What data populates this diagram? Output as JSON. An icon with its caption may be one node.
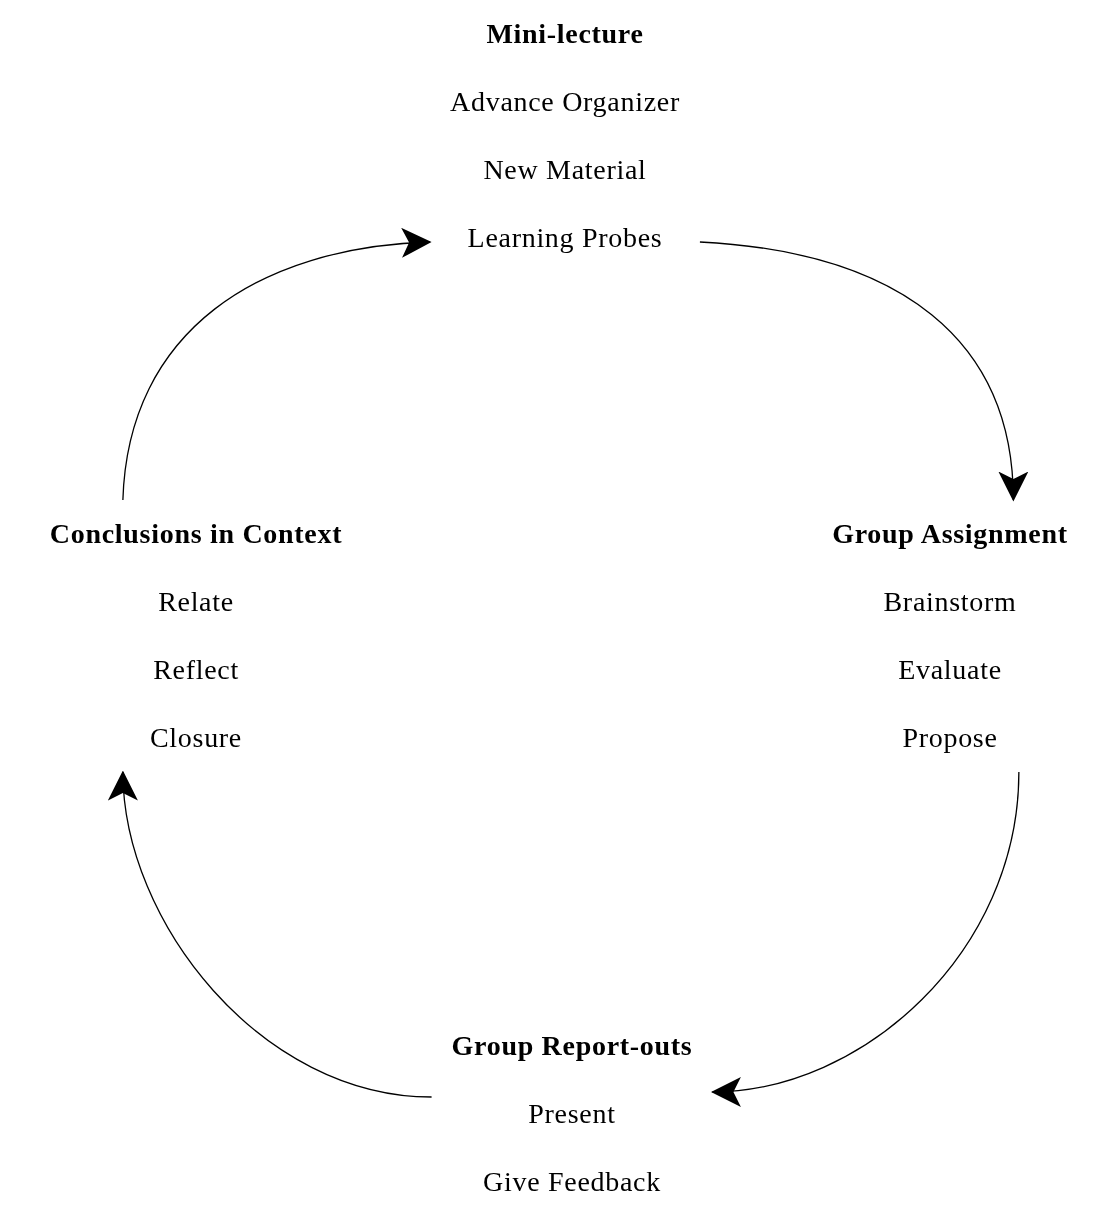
{
  "diagram": {
    "nodes": [
      {
        "text": [
          "Mini-lecture",
          "Advance Organizer",
          "New Material",
          "Learning Probes"
        ]
      },
      {
        "text": [
          "Group Assignment",
          "Brainstorm",
          "Evaluate",
          "Propose"
        ]
      },
      {
        "text": [
          "Group Report-outs",
          "Present",
          "Give Feedback"
        ]
      },
      {
        "text": [
          "Conclusions in Context",
          "Relate",
          "Reflect",
          "Closure"
        ]
      }
    ],
    "edges": [
      {
        "from": 0,
        "to": 1,
        "arrow": "to"
      },
      {
        "from": 1,
        "to": 2,
        "arrow": "to"
      },
      {
        "from": 2,
        "to": 3,
        "arrow": "to"
      },
      {
        "from": 3,
        "to": 0,
        "arrow": "to"
      }
    ]
  }
}
